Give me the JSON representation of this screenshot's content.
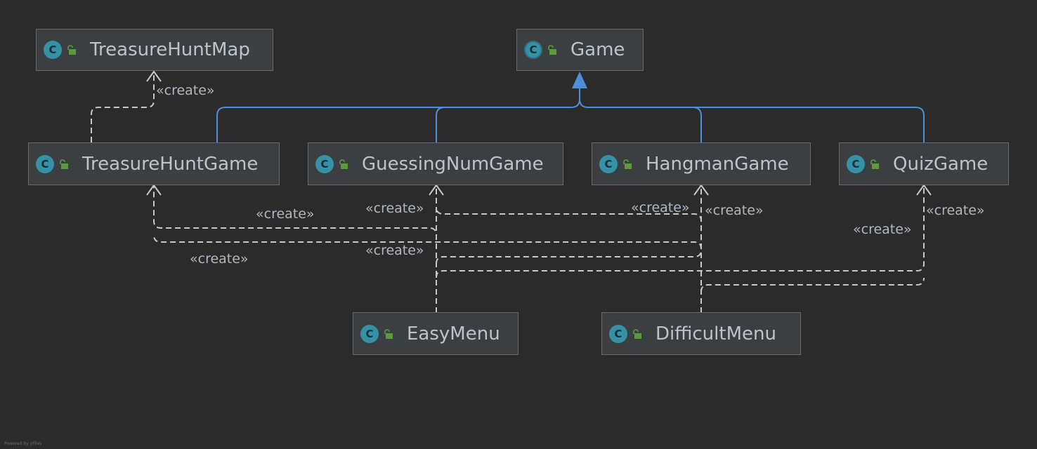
{
  "nodes": {
    "treasure_hunt_map": "TreasureHuntMap",
    "game": "Game",
    "treasure_hunt_game": "TreasureHuntGame",
    "guessing_num_game": "GuessingNumGame",
    "hangman_game": "HangmanGame",
    "quiz_game": "QuizGame",
    "easy_menu": "EasyMenu",
    "difficult_menu": "DifficultMenu"
  },
  "icons": {
    "class_letter": "C",
    "class": "class-icon",
    "visibility": "public-visibility-icon"
  },
  "edge_labels": {
    "create_map": "«create»",
    "create_1": "«create»",
    "create_2": "«create»",
    "create_3": "«create»",
    "create_4": "«create»",
    "create_5": "«create»",
    "create_6": "«create»",
    "create_7": "«create»",
    "create_8": "«create»"
  },
  "footer": "Powered by yFiles",
  "colors": {
    "background": "#2b2b2b",
    "node_fill": "#3c3f41",
    "inheritance_edge": "#4f8fd6",
    "dependency_edge": "#c8c8c8",
    "class_icon": "#3592a6",
    "visibility_icon": "#5a9a3c"
  }
}
